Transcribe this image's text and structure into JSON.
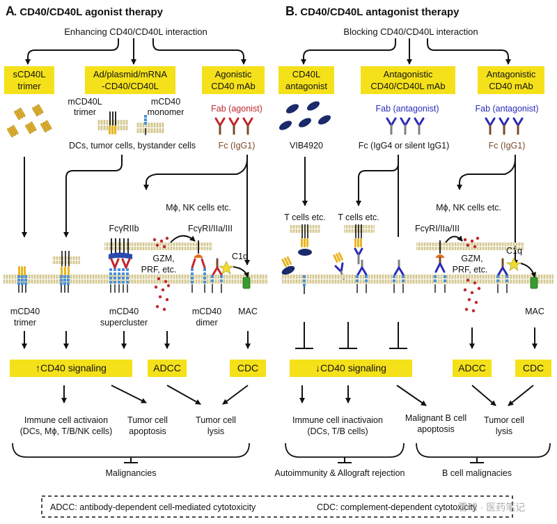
{
  "panel_a": {
    "letter": "A",
    "title": ". CD40/CD40L agonist therapy",
    "subtitle": "Enhancing CD40/CD40L interaction",
    "box1": [
      "sCD40L",
      "trimer"
    ],
    "box2": [
      "Ad/plasmid/mRNA",
      "-CD40/CD40L"
    ],
    "box3": [
      "Agonistic",
      "CD40 mAb"
    ],
    "mcd40l_trimer": [
      "mCD40L",
      "trimer"
    ],
    "mcd40_monomer": [
      "mCD40",
      "monomer"
    ],
    "dcs_cells": "DCs, tumor cells, bystander cells",
    "fab_agonist": "Fab (agonist)",
    "fc_igg1": "Fc (IgG1)",
    "mphi_nk": "Mϕ, NK cells etc.",
    "fcgrIIb": "FcγRIIb",
    "fcgrI_IIa_III": "FcγRI/IIa/III",
    "c1q": "C1q",
    "gzm": [
      "GZM,",
      "PRF, etc."
    ],
    "mcd40_trimer": [
      "mCD40",
      "trimer"
    ],
    "mcd40_supercluster": [
      "mCD40",
      "supercluster"
    ],
    "mcd40_dimer": [
      "mCD40",
      "dimer"
    ],
    "mac": "MAC",
    "signal_box": "↑CD40 signaling",
    "adcc_box": "ADCC",
    "cdc_box": "CDC",
    "outcome1": [
      "Immune cell activaion",
      "(DCs, Mϕ, T/B/NK cells)"
    ],
    "outcome2": [
      "Tumor cell",
      "apoptosis"
    ],
    "outcome3": [
      "Tumor cell",
      "lysis"
    ],
    "bottom": "Malignancies"
  },
  "panel_b": {
    "letter": "B",
    "title": ". CD40/CD40L antagonist therapy",
    "subtitle": "Blocking CD40/CD40L interaction",
    "box1": [
      "CD40L",
      "antagonist"
    ],
    "box2": [
      "Antagonistic",
      "CD40/CD40L mAb"
    ],
    "box3": [
      "Antagonistic",
      "CD40 mAb"
    ],
    "vib": "VIB4920",
    "fab_antagonist": "Fab (antagonist)",
    "fc_igg4": "Fc (IgG4 or silent IgG1)",
    "fc_igg1": "Fc (IgG1)",
    "tcells1": "T cells etc.",
    "tcells2": "T cells etc.",
    "mphi_nk": "Mϕ, NK cells etc.",
    "fcgrI_IIa_III": "FcγRI/IIa/III",
    "c1q": "C1q",
    "gzm": [
      "GZM,",
      "PRF, etc."
    ],
    "mac": "MAC",
    "signal_box": "↓CD40 signaling",
    "adcc_box": "ADCC",
    "cdc_box": "CDC",
    "outcome1": [
      "Immune cell inactivaion",
      "(DCs, T/B cells)"
    ],
    "outcome2": [
      "Malignant B cell",
      "apoptosis"
    ],
    "outcome3": [
      "Tumor cell",
      "lysis"
    ],
    "bottom1": "Autoimmunity & Allograft rejection",
    "bottom2": "B cell malignacies"
  },
  "legend": {
    "adcc": "ADCC: antibody-dependent cell-mediated cytotoxicity",
    "cdc": "CDC: complement-dependent cytotoxicity"
  },
  "watermark": "雪球 · 医药笔记",
  "colors": {
    "box_yellow": "#f5e11a",
    "cd40_blue": "#4a90d9",
    "ligand_yellow": "#e8b520",
    "fab_red": "#c0262c",
    "fab_blue": "#2a2ab8",
    "fc_brown": "#7a4a2a",
    "granule_red": "#c0262c",
    "c1q_yellow": "#f0dc30",
    "mac_green": "#3a9a30",
    "membrane_tan": "#d8cfa0",
    "vib_navy": "#1a2a6a"
  }
}
